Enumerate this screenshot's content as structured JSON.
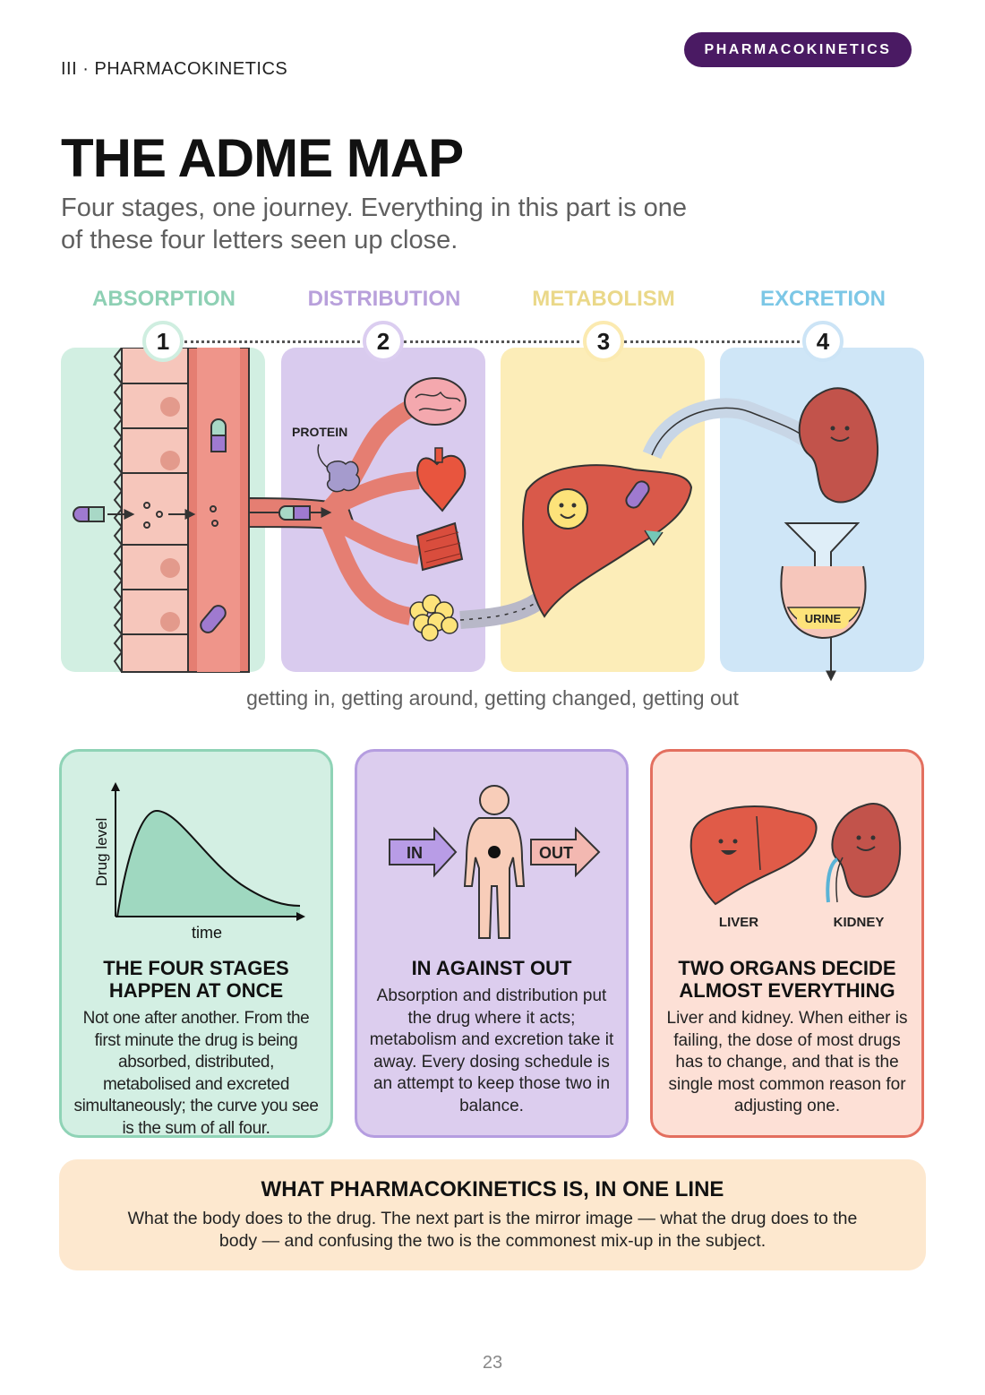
{
  "header": {
    "section_label": "III · PHARMACOKINETICS",
    "chip": "PHARMACOKINETICS"
  },
  "title": "THE ADME MAP",
  "subtitle": "Four stages, one journey. Everything in this part is one of these four letters seen up close.",
  "stages": [
    {
      "name": "ABSORPTION",
      "number": "1",
      "color": "#8ed0b4",
      "panel_color": "#d2efe2"
    },
    {
      "name": "DISTRIBUTION",
      "number": "2",
      "color": "#b8a0db",
      "panel_color": "#d9cbee"
    },
    {
      "name": "METABOLISM",
      "number": "3",
      "color": "#ead889",
      "panel_color": "#fcedb8"
    },
    {
      "name": "EXCRETION",
      "number": "4",
      "color": "#7cc7e6",
      "panel_color": "#cfe6f7"
    }
  ],
  "illustration_labels": {
    "protein": "PROTEIN",
    "urine": "URINE"
  },
  "caption": "getting in, getting around, getting changed, getting out",
  "cards": [
    {
      "graph": {
        "ylabel": "Drug level",
        "xlabel": "time"
      },
      "heading": "THE FOUR STAGES HAPPEN AT ONCE",
      "body": "Not one after another. From the first minute the drug is being absorbed, distributed, metabolised and excreted simultaneously; the curve you see is the sum of all four.",
      "bg": "#d3efe3",
      "border": "#8fd3b6"
    },
    {
      "arrows": {
        "in": "IN",
        "out": "OUT"
      },
      "heading": "IN AGAINST OUT",
      "body": "Absorption and distribution put the drug where it acts; metabolism and excretion take it away. Every dosing schedule is an attempt to keep those two in balance.",
      "bg": "#dccdee",
      "border": "#b59de0"
    },
    {
      "organs": {
        "left": "LIVER",
        "right": "KIDNEY"
      },
      "heading": "TWO ORGANS DECIDE ALMOST EVERYTHING",
      "body": "Liver and kidney. When either is failing, the dose of most drugs has to change, and that is the single most common reason for adjusting one.",
      "bg": "#fde0d6",
      "border": "#e36f5f"
    }
  ],
  "summary": {
    "heading": "WHAT PHARMACOKINETICS IS, IN ONE LINE",
    "body": "What the body does to the drug. The next part is the mirror image — what the drug does to the body — and confusing the two is the commonest mix-up in the subject."
  },
  "page_number": "23"
}
